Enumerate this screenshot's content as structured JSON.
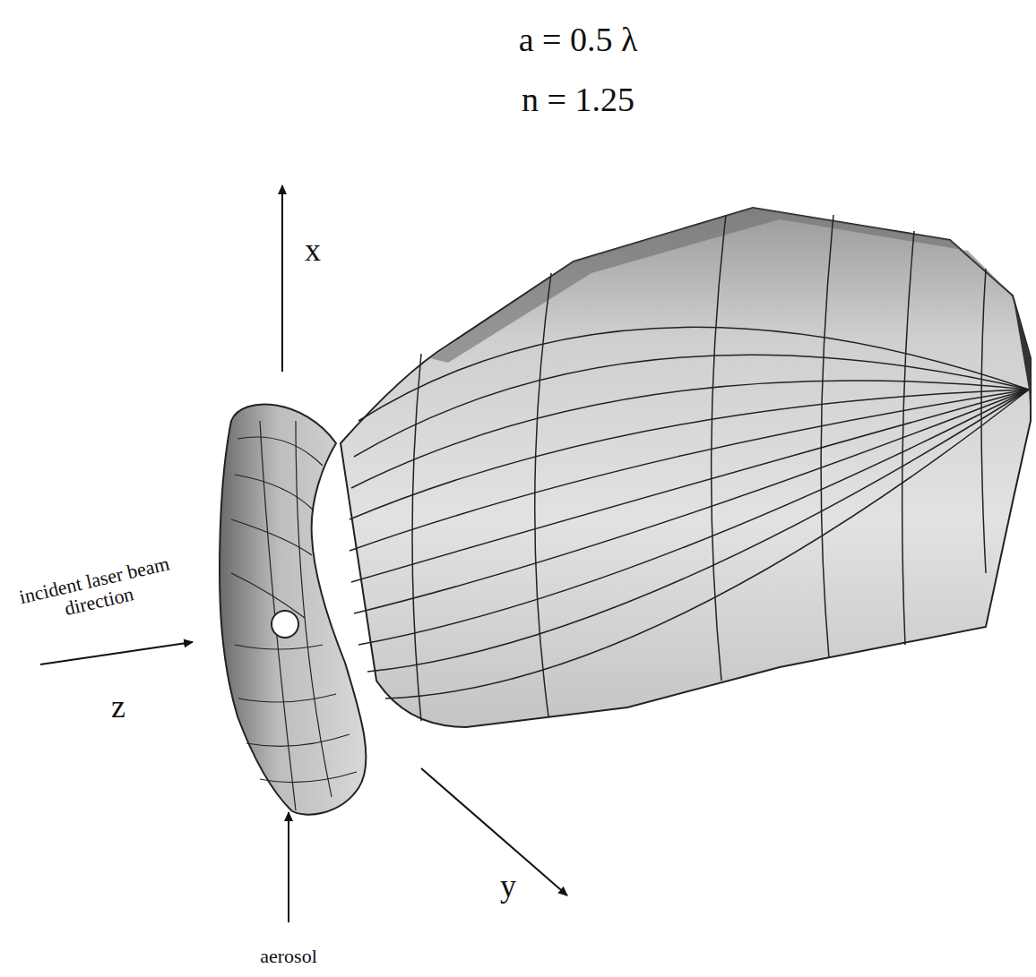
{
  "diagram": {
    "labels": [
      "a = 0.5 λ",
      "n = 1.25",
      "x",
      "incident laser beam direction",
      "z",
      "y",
      "aerosol"
    ]
  }
}
